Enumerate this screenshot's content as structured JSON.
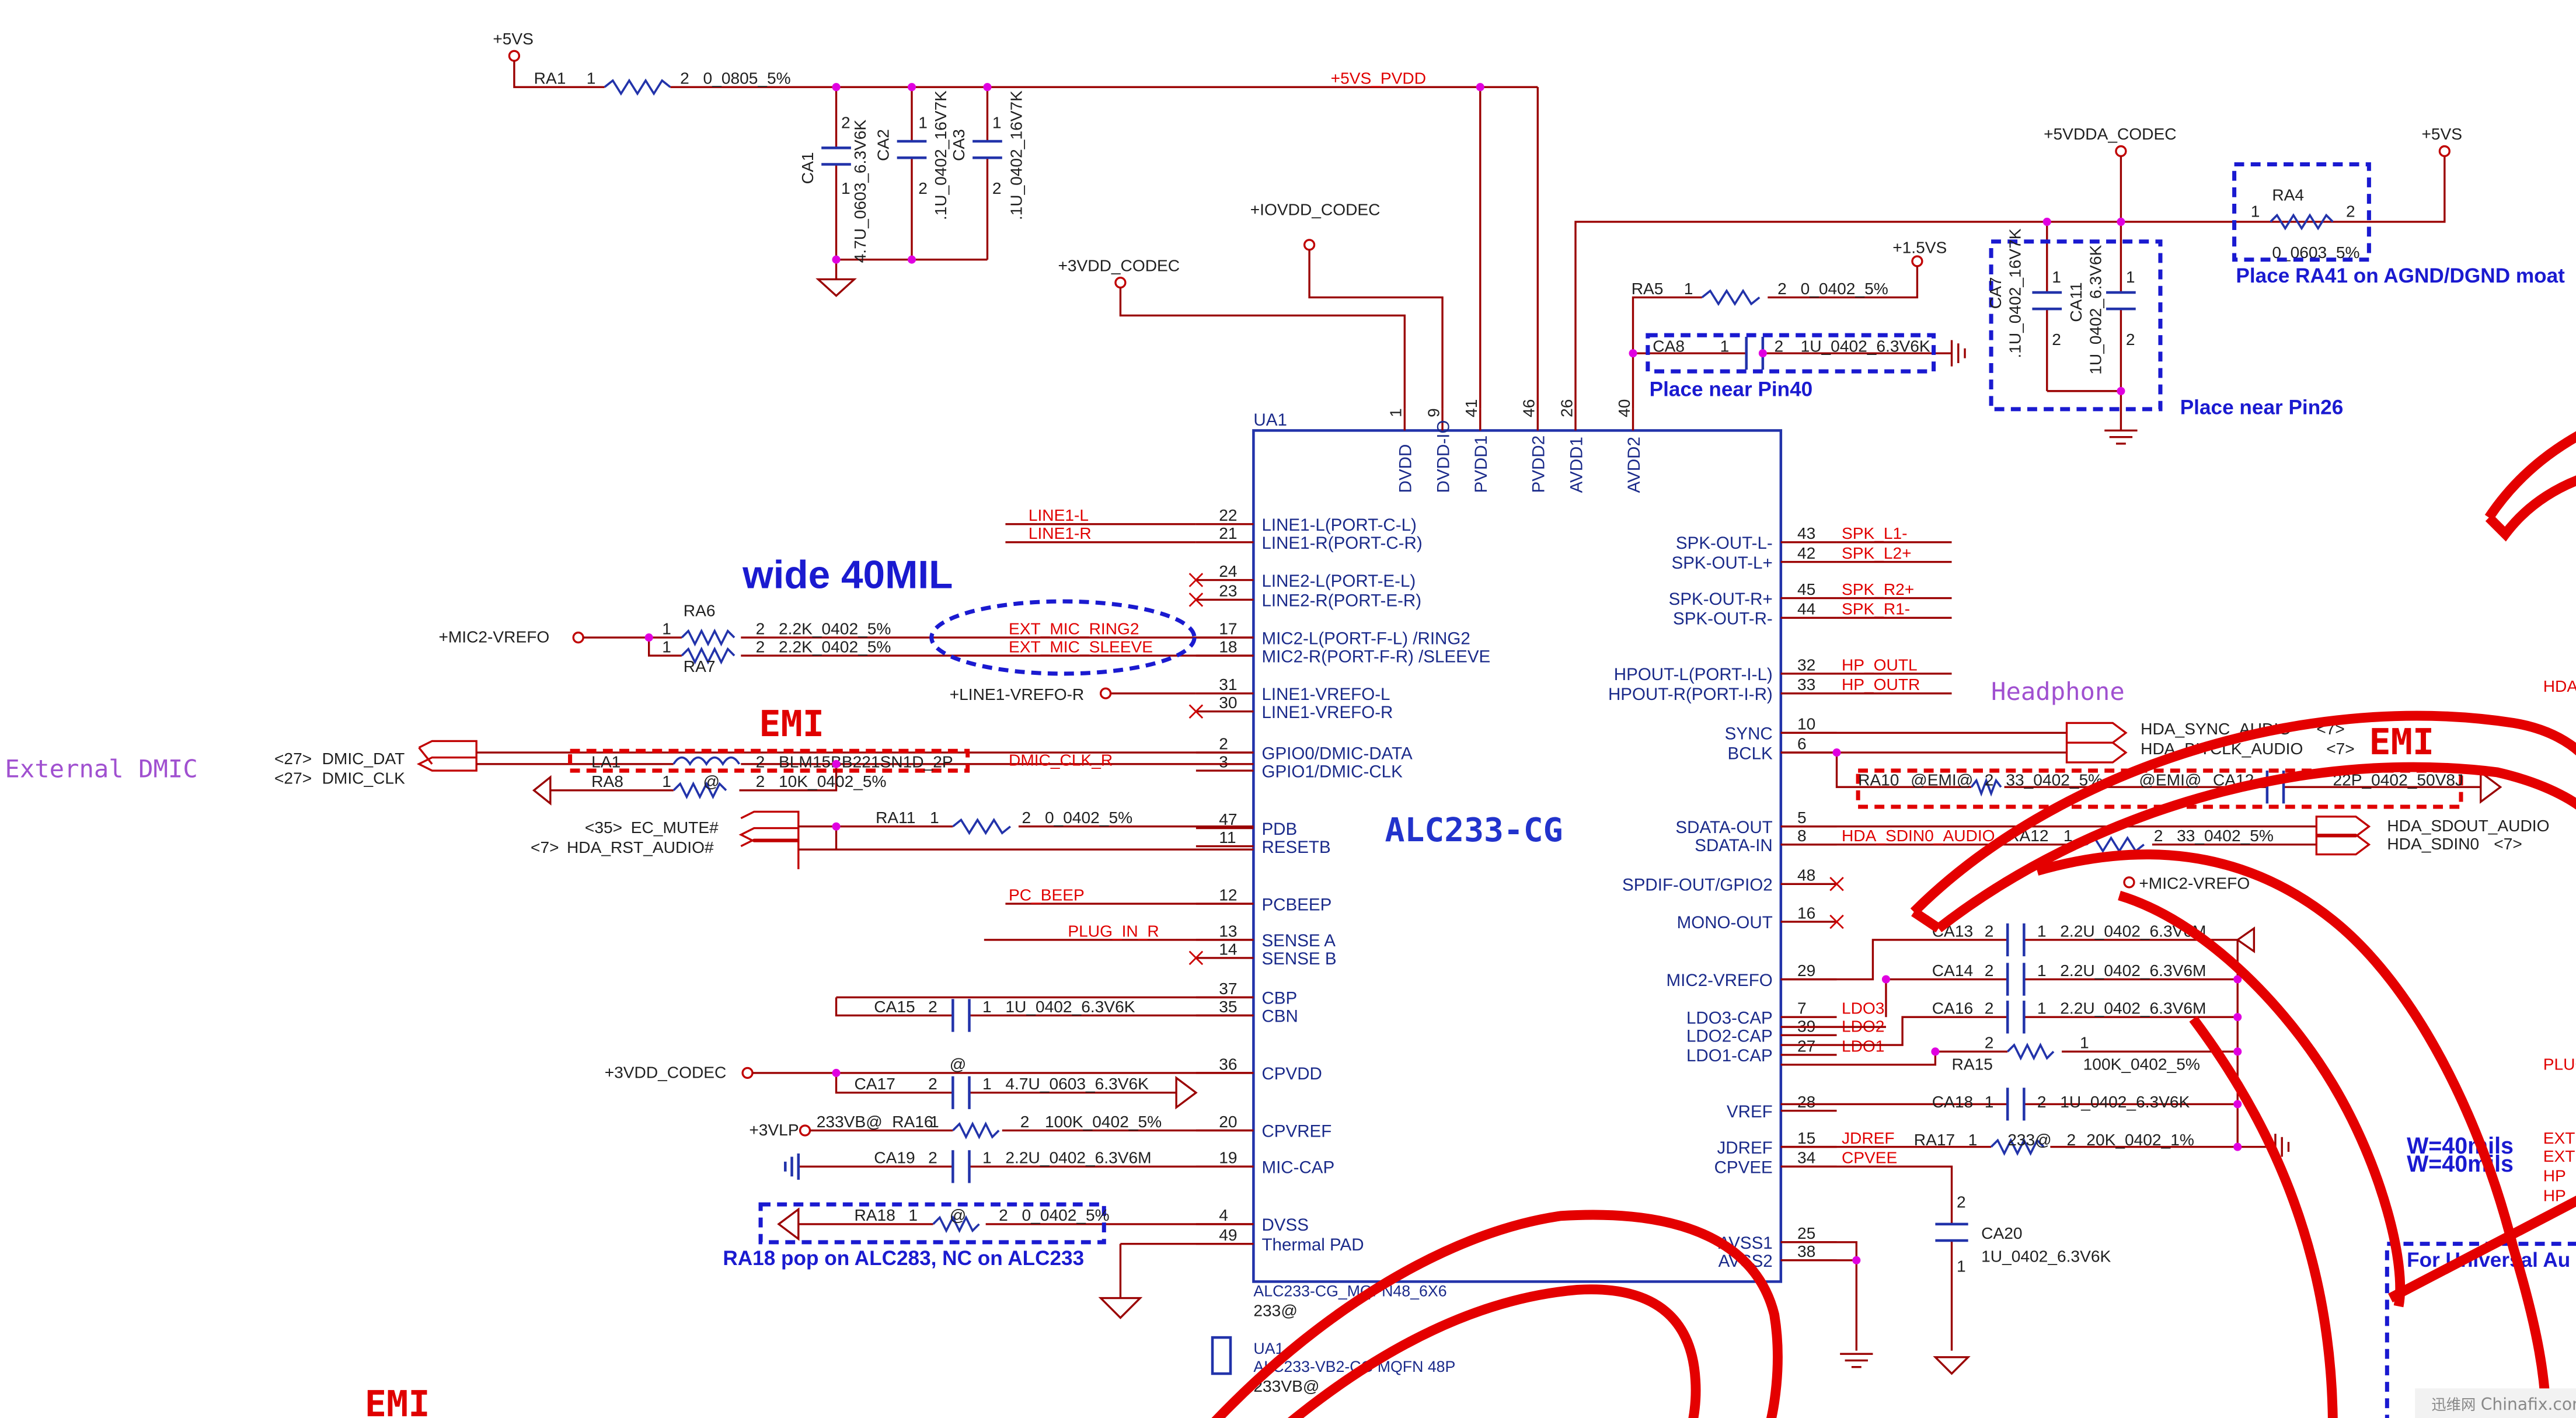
{
  "ic": {
    "refdes": "UA1",
    "part": "ALC233-CG",
    "footprint": "ALC233-CG_MQFN48_6X6",
    "variant": "233@",
    "alt_refdes": "UA1",
    "alt_part": "ALC233-VB2-CG MQFN 48P",
    "alt_variant": "233VB@",
    "top_pins": [
      {
        "num": "1",
        "name": "DVDD"
      },
      {
        "num": "9",
        "name": "DVDD-IO"
      },
      {
        "num": "41",
        "name": "PVDD1"
      },
      {
        "num": "46",
        "name": "PVDD2"
      },
      {
        "num": "26",
        "name": "AVDD1"
      },
      {
        "num": "40",
        "name": "AVDD2"
      }
    ],
    "left_pins": [
      {
        "num": "22",
        "name": "LINE1-L(PORT-C-L)",
        "net": "LINE1-L"
      },
      {
        "num": "21",
        "name": "LINE1-R(PORT-C-R)",
        "net": "LINE1-R"
      },
      {
        "num": "24",
        "name": "LINE2-L(PORT-E-L)",
        "net": ""
      },
      {
        "num": "23",
        "name": "LINE2-R(PORT-E-R)",
        "net": ""
      },
      {
        "num": "17",
        "name": "MIC2-L(PORT-F-L) /RING2",
        "net": "EXT_MIC_RING2"
      },
      {
        "num": "18",
        "name": "MIC2-R(PORT-F-R) /SLEEVE",
        "net": "EXT_MIC_SLEEVE"
      },
      {
        "num": "31",
        "name": "LINE1-VREFO-L",
        "net": ""
      },
      {
        "num": "30",
        "name": "LINE1-VREFO-R",
        "net": ""
      },
      {
        "num": "2",
        "name": "GPIO0/DMIC-DATA",
        "net": ""
      },
      {
        "num": "3",
        "name": "GPIO1/DMIC-CLK",
        "net": "DMIC_CLK_R"
      },
      {
        "num": "47",
        "name": "PDB",
        "net": ""
      },
      {
        "num": "11",
        "name": "RESETB",
        "net": ""
      },
      {
        "num": "12",
        "name": "PCBEEP",
        "net": "PC_BEEP"
      },
      {
        "num": "13",
        "name": "SENSE A",
        "net": "PLUG_IN_R"
      },
      {
        "num": "14",
        "name": "SENSE B",
        "net": ""
      },
      {
        "num": "37",
        "name": "CBP",
        "net": ""
      },
      {
        "num": "35",
        "name": "CBN",
        "net": ""
      },
      {
        "num": "36",
        "name": "CPVDD",
        "net": ""
      },
      {
        "num": "20",
        "name": "CPVREF",
        "net": ""
      },
      {
        "num": "19",
        "name": "MIC-CAP",
        "net": ""
      },
      {
        "num": "4",
        "name": "DVSS",
        "net": ""
      },
      {
        "num": "49",
        "name": "Thermal PAD",
        "net": ""
      }
    ],
    "right_pins": [
      {
        "num": "43",
        "name": "SPK-OUT-L-",
        "net": "SPK_L1-"
      },
      {
        "num": "42",
        "name": "SPK-OUT-L+",
        "net": "SPK_L2+"
      },
      {
        "num": "45",
        "name": "SPK-OUT-R+",
        "net": "SPK_R2+"
      },
      {
        "num": "44",
        "name": "SPK-OUT-R-",
        "net": "SPK_R1-"
      },
      {
        "num": "32",
        "name": "HPOUT-L(PORT-I-L)",
        "net": "HP_OUTL"
      },
      {
        "num": "33",
        "name": "HPOUT-R(PORT-I-R)",
        "net": "HP_OUTR"
      },
      {
        "num": "10",
        "name": "SYNC",
        "net": ""
      },
      {
        "num": "6",
        "name": "BCLK",
        "net": ""
      },
      {
        "num": "5",
        "name": "SDATA-OUT",
        "net": ""
      },
      {
        "num": "8",
        "name": "SDATA-IN",
        "net": "HDA_SDIN0_AUDIO"
      },
      {
        "num": "48",
        "name": "SPDIF-OUT/GPIO2",
        "net": ""
      },
      {
        "num": "16",
        "name": "MONO-OUT",
        "net": ""
      },
      {
        "num": "29",
        "name": "MIC2-VREFO",
        "net": ""
      },
      {
        "num": "7",
        "name": "LDO3-CAP",
        "net": "LDO3"
      },
      {
        "num": "39",
        "name": "LDO2-CAP",
        "net": "LDO2"
      },
      {
        "num": "27",
        "name": "LDO1-CAP",
        "net": "LDO1"
      },
      {
        "num": "28",
        "name": "VREF",
        "net": ""
      },
      {
        "num": "15",
        "name": "JDREF",
        "net": "JDREF"
      },
      {
        "num": "34",
        "name": "CPVEE",
        "net": "CPVEE"
      },
      {
        "num": "25",
        "name": "AVSS1",
        "net": ""
      },
      {
        "num": "38",
        "name": "AVSS2",
        "net": ""
      }
    ]
  },
  "power": {
    "p5vs_top": "+5VS",
    "p5vs_pvdd": "+5VS_PVDD",
    "iovdd": "+IOVDD_CODEC",
    "p3vdd_top": "+3VDD_CODEC",
    "p5vdda": "+5VDDA_CODEC",
    "p5vs_right": "+5VS",
    "p1v5": "+1.5VS",
    "mic2_vrefo_left": "+MIC2-VREFO",
    "line1_vrefo_r": "+LINE1-VREFO-R",
    "p3vdd_left": "+3VDD_CODEC",
    "p3vlp": "+3VLP",
    "mic2_vrefo_right": "+MIC2-VREFO"
  },
  "components": {
    "ra1": {
      "ref": "RA1",
      "p1": "1",
      "p2": "2",
      "value": "0_0805_5%"
    },
    "ca1": {
      "ref": "CA1",
      "p1": "1",
      "p2": "2",
      "value": "4.7U_0603_6.3V6K"
    },
    "ca2": {
      "ref": "CA2",
      "p1": "1",
      "p2": "2",
      "value": ".1U_0402_16V7K"
    },
    "ca3": {
      "ref": "CA3",
      "p1": "1",
      "p2": "2",
      "value": ".1U_0402_16V7K"
    },
    "ra5": {
      "ref": "RA5",
      "p1": "1",
      "p2": "2",
      "value": "0_0402_5%"
    },
    "ca8": {
      "ref": "CA8",
      "p1": "1",
      "p2": "2",
      "value": "1U_0402_6.3V6K"
    },
    "ca7": {
      "ref": "CA7",
      "p1": "1",
      "p2": "2",
      "value": ".1U_0402_16V7K"
    },
    "ca11": {
      "ref": "CA11",
      "p1": "1",
      "p2": "2",
      "value": "1U_0402_6.3V6K"
    },
    "ra4": {
      "ref": "RA4",
      "p1": "1",
      "p2": "2",
      "value": "0_0603_5%"
    },
    "ra6": {
      "ref": "RA6",
      "p1": "1",
      "p2": "2",
      "value": "2.2K_0402_5%"
    },
    "ra7": {
      "ref": "RA7",
      "p1": "1",
      "p2": "2",
      "value": "2.2K_0402_5%"
    },
    "la1": {
      "ref": "LA1",
      "p2": "2",
      "value": "BLM15BB221SN1D_2P"
    },
    "ra8": {
      "ref": "RA8",
      "p1": "1",
      "p2": "2",
      "opt": "@",
      "value": "10K_0402_5%"
    },
    "ra11": {
      "ref": "RA11",
      "p1": "1",
      "p2": "2",
      "value": "0_0402_5%"
    },
    "ca15": {
      "ref": "CA15",
      "p1": "1",
      "p2": "2",
      "value": "1U_0402_6.3V6K"
    },
    "ca17": {
      "ref": "CA17",
      "p1": "1",
      "p2": "2",
      "opt": "@",
      "value": "4.7U_0603_6.3V6K"
    },
    "ra16": {
      "ref": "RA16",
      "p1": "1",
      "p2": "2",
      "opt": "233VB@",
      "value": "100K_0402_5%"
    },
    "ca19": {
      "ref": "CA19",
      "p1": "1",
      "p2": "2",
      "value": "2.2U_0402_6.3V6M"
    },
    "ra18": {
      "ref": "RA18",
      "p1": "1",
      "p2": "2",
      "opt": "@",
      "value": "0_0402_5%"
    },
    "ra10": {
      "ref": "RA10",
      "p2": "2",
      "opt": "@EMI@",
      "value": "33_0402_5%"
    },
    "ca12": {
      "ref": "CA12",
      "opt": "@EMI@",
      "value": "22P_0402_50V8J"
    },
    "ra12": {
      "ref": "RA12",
      "p1": "1",
      "p2": "2",
      "value": "33_0402_5%"
    },
    "ca13": {
      "ref": "CA13",
      "p1": "1",
      "p2": "2",
      "value": "2.2U_0402_6.3V6M"
    },
    "ca14": {
      "ref": "CA14",
      "p1": "1",
      "p2": "2",
      "value": "2.2U_0402_6.3V6M"
    },
    "ca16": {
      "ref": "CA16",
      "p1": "1",
      "p2": "2",
      "value": "2.2U_0402_6.3V6M"
    },
    "ra15": {
      "ref": "RA15",
      "p1": "1",
      "p2": "2",
      "value": "100K_0402_5%"
    },
    "ca18": {
      "ref": "CA18",
      "p1": "1",
      "p2": "2",
      "value": "1U_0402_6.3V6K"
    },
    "ra17": {
      "ref": "RA17",
      "p1": "1",
      "opt": "233@",
      "p2": "2",
      "value": "20K_0402_1%"
    },
    "ca20": {
      "ref": "CA20",
      "p1": "1",
      "p2": "2",
      "value": "1U_0402_6.3V6K"
    }
  },
  "offsheet": {
    "dmic_dat": "DMIC_DAT",
    "dmic_dat_ref": "<27>",
    "dmic_clk": "DMIC_CLK",
    "dmic_clk_ref": "<27>",
    "ec_mute": "EC_MUTE#",
    "ec_mute_ref": "<35>",
    "hda_rst": "HDA_RST_AUDIO#",
    "hda_rst_ref": "<7>",
    "hda_sync": "HDA_SYNC_AUDIO",
    "hda_sync_ref": "<7>",
    "hda_bitclk": "HDA_BITCLK_AUDIO",
    "hda_bitclk_ref": "<7>",
    "hda_sdout": "HDA_SDOUT_AUDIO",
    "hda_sdin0": "HDA_SDIN0",
    "hda_sdin0_ref": "<7>"
  },
  "notes": {
    "wide": "wide 40MIL",
    "emi1": "EMI",
    "emi2": "EMI",
    "emi3": "EMI",
    "headphone": "Headphone",
    "external_dmic": "External DMIC",
    "place40": "Place near Pin40",
    "place26": "Place near Pin26",
    "place_ra41": "Place RA41 on AGND/DGND moat",
    "ra18_note": "RA18 pop on ALC283, NC on ALC233",
    "w40a": "W=40mils",
    "w40b": "W=40mils",
    "universal": "For Universal Au",
    "hda_right": "HDA",
    "plug_right": "PLUG",
    "ext1": "EXT",
    "ext2": "EXT",
    "hp1": "HP",
    "hp2": "HP"
  },
  "watermark": "Chinafix.com",
  "watermark_cn": "迅维网",
  "colors": {
    "wire": "#a00000",
    "net": "#e00000",
    "label": "#1a2a8a",
    "note": "#1010d0",
    "emi": "#e00000",
    "purple": "#a050d0",
    "markup": "#e40000",
    "junction": "#e000e0"
  }
}
